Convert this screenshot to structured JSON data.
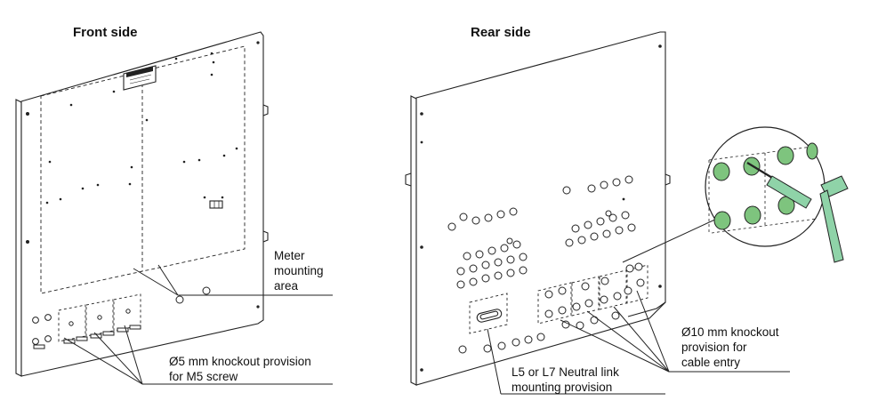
{
  "front": {
    "title": "Front side",
    "meter_label": [
      "Meter",
      "mounting",
      "area"
    ],
    "knockout_label": [
      "Ø5 mm knockout provision",
      "for M5 screw"
    ]
  },
  "rear": {
    "title": "Rear side",
    "knockout_label": [
      "Ø10 mm knockout",
      "provision for",
      "cable entry"
    ],
    "neutral_label": [
      "L5 or L7 Neutral link",
      "mounting provision"
    ]
  },
  "colors": {
    "line": "#222222",
    "highlight": "#7ec47e",
    "tool": "#8fd3a8"
  }
}
